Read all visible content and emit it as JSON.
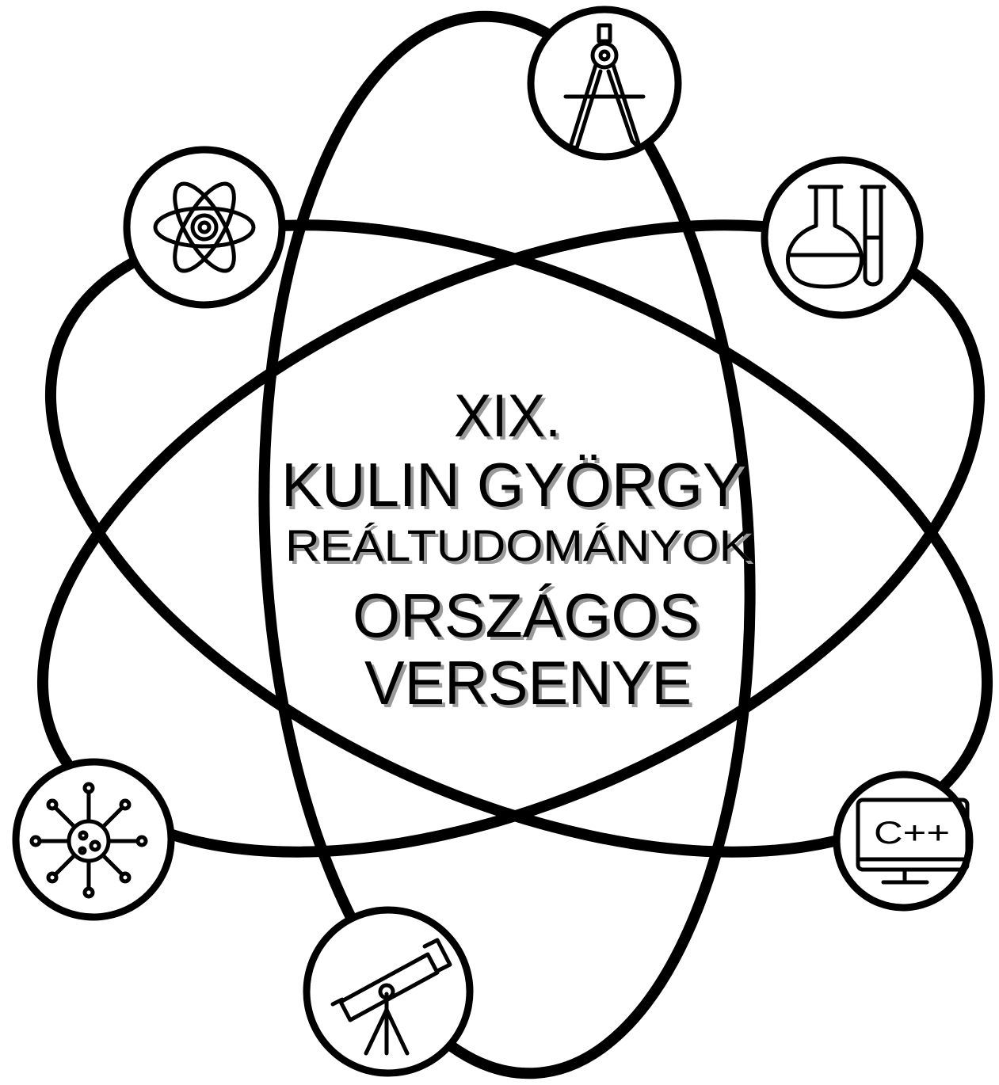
{
  "logo": {
    "lines": [
      "XIX.",
      "KULIN GYÖRGY",
      "REÁLTUDOMÁNYOK",
      "ORSZÁGOS",
      "VERSENYE"
    ],
    "computer_screen_text": "C++",
    "icons": [
      "compass-icon",
      "atom-icon",
      "flask-icon",
      "virus-icon",
      "computer-icon",
      "telescope-icon"
    ],
    "colors": {
      "ink": "#000000",
      "background": "#ffffff",
      "shadow": "#9a9a9a"
    }
  }
}
